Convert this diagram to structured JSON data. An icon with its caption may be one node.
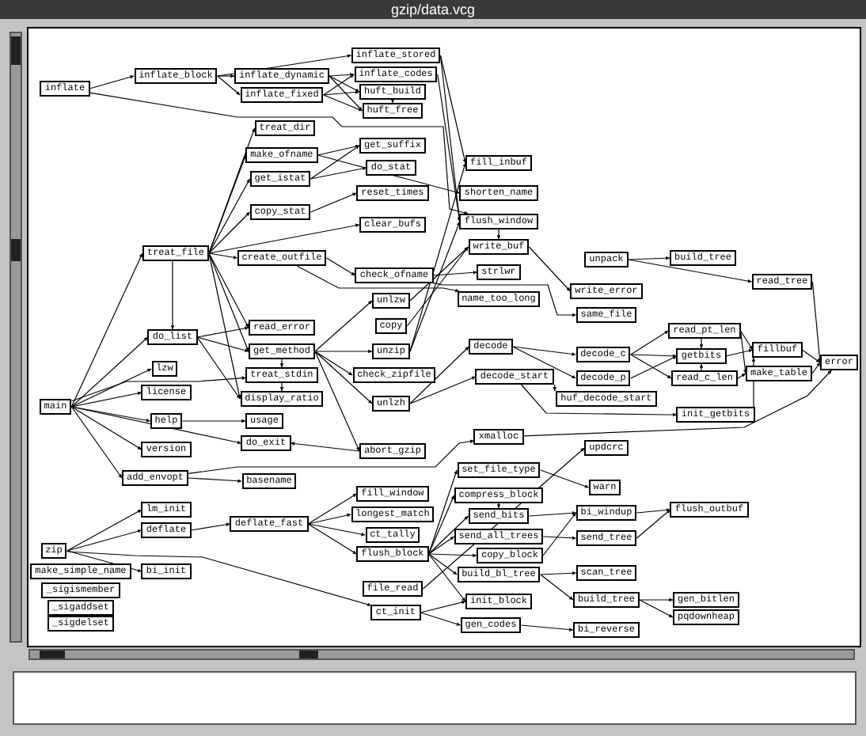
{
  "diagram": {
    "title": "gzip/data.vcg",
    "nodes": [
      {
        "text": [
          "inflate"
        ]
      },
      {
        "text": [
          "inflate_block"
        ]
      },
      {
        "text": [
          "inflate_dynamic"
        ]
      },
      {
        "text": [
          "inflate_fixed"
        ]
      },
      {
        "text": [
          "inflate_stored"
        ]
      },
      {
        "text": [
          "inflate_codes"
        ]
      },
      {
        "text": [
          "huft_build"
        ]
      },
      {
        "text": [
          "huft_free"
        ]
      },
      {
        "text": [
          "treat_dir"
        ]
      },
      {
        "text": [
          "make_ofname"
        ]
      },
      {
        "text": [
          "get_istat"
        ]
      },
      {
        "text": [
          "copy_stat"
        ]
      },
      {
        "text": [
          "treat_file"
        ]
      },
      {
        "text": [
          "create_outfile"
        ]
      },
      {
        "text": [
          "get_suffix"
        ]
      },
      {
        "text": [
          "do_stat"
        ]
      },
      {
        "text": [
          "reset_times"
        ]
      },
      {
        "text": [
          "clear_bufs"
        ]
      },
      {
        "text": [
          "check_ofname"
        ]
      },
      {
        "text": [
          "unlzw"
        ]
      },
      {
        "text": [
          "read_error"
        ]
      },
      {
        "text": [
          "copy"
        ]
      },
      {
        "text": [
          "do_list"
        ]
      },
      {
        "text": [
          "get_method"
        ]
      },
      {
        "text": [
          "unzip"
        ]
      },
      {
        "text": [
          "treat_stdin"
        ]
      },
      {
        "text": [
          "check_zipfile"
        ]
      },
      {
        "text": [
          "display_ratio"
        ]
      },
      {
        "text": [
          "unlzh"
        ]
      },
      {
        "text": [
          "lzw"
        ]
      },
      {
        "text": [
          "license"
        ]
      },
      {
        "text": [
          "main"
        ]
      },
      {
        "text": [
          "help"
        ]
      },
      {
        "text": [
          "usage"
        ]
      },
      {
        "text": [
          "version"
        ]
      },
      {
        "text": [
          "do_exit"
        ]
      },
      {
        "text": [
          "abort_gzip"
        ]
      },
      {
        "text": [
          "add_envopt"
        ]
      },
      {
        "text": [
          "basename"
        ]
      },
      {
        "text": [
          "fill_inbuf"
        ]
      },
      {
        "text": [
          "shorten_name"
        ]
      },
      {
        "text": [
          "flush_window"
        ]
      },
      {
        "text": [
          "write_buf"
        ]
      },
      {
        "text": [
          "strlwr"
        ]
      },
      {
        "text": [
          "name_too_long"
        ]
      },
      {
        "text": [
          "unpack"
        ]
      },
      {
        "text": [
          "build_tree"
        ]
      },
      {
        "text": [
          "read_tree"
        ]
      },
      {
        "text": [
          "write_error"
        ]
      },
      {
        "text": [
          "same_file"
        ]
      },
      {
        "text": [
          "decode"
        ]
      },
      {
        "text": [
          "decode_start"
        ]
      },
      {
        "text": [
          "decode_c"
        ]
      },
      {
        "text": [
          "decode_p"
        ]
      },
      {
        "text": [
          "huf_decode_start"
        ]
      },
      {
        "text": [
          "read_pt_len"
        ]
      },
      {
        "text": [
          "getbits"
        ]
      },
      {
        "text": [
          "read_c_len"
        ]
      },
      {
        "text": [
          "init_getbits"
        ]
      },
      {
        "text": [
          "fillbuf"
        ]
      },
      {
        "text": [
          "make_table"
        ]
      },
      {
        "text": [
          "error"
        ]
      },
      {
        "text": [
          "xmalloc"
        ]
      },
      {
        "text": [
          "updcrc"
        ]
      },
      {
        "text": [
          "set_file_type"
        ]
      },
      {
        "text": [
          "warn"
        ]
      },
      {
        "text": [
          "compress_block"
        ]
      },
      {
        "text": [
          "send_bits"
        ]
      },
      {
        "text": [
          "bi_windup"
        ]
      },
      {
        "text": [
          "flush_outbuf"
        ]
      },
      {
        "text": [
          "send_all_trees"
        ]
      },
      {
        "text": [
          "send_tree"
        ]
      },
      {
        "text": [
          "copy_block"
        ]
      },
      {
        "text": [
          "scan_tree"
        ]
      },
      {
        "text": [
          "build_bl_tree"
        ]
      },
      {
        "text": [
          "build_tree"
        ]
      },
      {
        "text": [
          "gen_bitlen"
        ]
      },
      {
        "text": [
          "pqdownheap"
        ]
      },
      {
        "text": [
          "init_block"
        ]
      },
      {
        "text": [
          "gen_codes"
        ]
      },
      {
        "text": [
          "bi_reverse"
        ]
      },
      {
        "text": [
          "fill_window"
        ]
      },
      {
        "text": [
          "longest_match"
        ]
      },
      {
        "text": [
          "ct_tally"
        ]
      },
      {
        "text": [
          "flush_block"
        ]
      },
      {
        "text": [
          "file_read"
        ]
      },
      {
        "text": [
          "ct_init"
        ]
      },
      {
        "text": [
          "deflate_fast"
        ]
      },
      {
        "text": [
          "lm_init"
        ]
      },
      {
        "text": [
          "deflate"
        ]
      },
      {
        "text": [
          "bi_init"
        ]
      },
      {
        "text": [
          "zip"
        ]
      },
      {
        "text": [
          "make_simple_name"
        ]
      },
      {
        "text": [
          "_sigismember"
        ]
      },
      {
        "text": [
          "_sigaddset"
        ]
      },
      {
        "text": [
          "_sigdelset"
        ]
      }
    ],
    "edges": [
      {
        "from": 0,
        "to": 1,
        "arrow": "to"
      },
      {
        "from": 0,
        "to": 41,
        "arrow": "to"
      },
      {
        "from": 1,
        "to": 2,
        "arrow": "to"
      },
      {
        "from": 1,
        "to": 3,
        "arrow": "to"
      },
      {
        "from": 1,
        "to": 4,
        "arrow": "to"
      },
      {
        "from": 2,
        "to": 5,
        "arrow": "to"
      },
      {
        "from": 2,
        "to": 6,
        "arrow": "to"
      },
      {
        "from": 2,
        "to": 7,
        "arrow": "to"
      },
      {
        "from": 3,
        "to": 5,
        "arrow": "to"
      },
      {
        "from": 3,
        "to": 6,
        "arrow": "to"
      },
      {
        "from": 3,
        "to": 7,
        "arrow": "to"
      },
      {
        "from": 6,
        "to": 7,
        "arrow": "to"
      },
      {
        "from": 4,
        "to": 41,
        "arrow": "to"
      },
      {
        "from": 4,
        "to": 39,
        "arrow": "to"
      },
      {
        "from": 5,
        "to": 41,
        "arrow": "to"
      },
      {
        "from": 12,
        "to": 8,
        "arrow": "to"
      },
      {
        "from": 12,
        "to": 9,
        "arrow": "to"
      },
      {
        "from": 12,
        "to": 10,
        "arrow": "to"
      },
      {
        "from": 12,
        "to": 11,
        "arrow": "to"
      },
      {
        "from": 12,
        "to": 13,
        "arrow": "to"
      },
      {
        "from": 12,
        "to": 17,
        "arrow": "to"
      },
      {
        "from": 12,
        "to": 22,
        "arrow": "to"
      },
      {
        "from": 12,
        "to": 20,
        "arrow": "to"
      },
      {
        "from": 12,
        "to": 23,
        "arrow": "to"
      },
      {
        "from": 12,
        "to": 27,
        "arrow": "to"
      },
      {
        "from": 9,
        "to": 14,
        "arrow": "to"
      },
      {
        "from": 9,
        "to": 40,
        "arrow": "to"
      },
      {
        "from": 10,
        "to": 14,
        "arrow": "to"
      },
      {
        "from": 10,
        "to": 15,
        "arrow": "to"
      },
      {
        "from": 11,
        "to": 16,
        "arrow": "to"
      },
      {
        "from": 13,
        "to": 18,
        "arrow": "to"
      },
      {
        "from": 13,
        "to": 44,
        "arrow": "to"
      },
      {
        "from": 18,
        "to": 43,
        "arrow": "to"
      },
      {
        "from": 18,
        "to": 49,
        "arrow": "to"
      },
      {
        "from": 31,
        "to": 12,
        "arrow": "to"
      },
      {
        "from": 31,
        "to": 22,
        "arrow": "to"
      },
      {
        "from": 31,
        "to": 29,
        "arrow": "to"
      },
      {
        "from": 31,
        "to": 30,
        "arrow": "to"
      },
      {
        "from": 31,
        "to": 32,
        "arrow": "to"
      },
      {
        "from": 31,
        "to": 34,
        "arrow": "to"
      },
      {
        "from": 31,
        "to": 37,
        "arrow": "to"
      },
      {
        "from": 31,
        "to": 25,
        "arrow": "to"
      },
      {
        "from": 31,
        "to": 35,
        "arrow": "to"
      },
      {
        "from": 22,
        "to": 20,
        "arrow": "to"
      },
      {
        "from": 22,
        "to": 23,
        "arrow": "to"
      },
      {
        "from": 22,
        "to": 27,
        "arrow": "to"
      },
      {
        "from": 32,
        "to": 33,
        "arrow": "to"
      },
      {
        "from": 23,
        "to": 24,
        "arrow": "to"
      },
      {
        "from": 23,
        "to": 26,
        "arrow": "to"
      },
      {
        "from": 23,
        "to": 28,
        "arrow": "to"
      },
      {
        "from": 23,
        "to": 19,
        "arrow": "to"
      },
      {
        "from": 23,
        "to": 36,
        "arrow": "to"
      },
      {
        "from": 23,
        "to": 25,
        "arrow": "to"
      },
      {
        "from": 25,
        "to": 27,
        "arrow": "to"
      },
      {
        "from": 24,
        "to": 39,
        "arrow": "to"
      },
      {
        "from": 24,
        "to": 41,
        "arrow": "to"
      },
      {
        "from": 19,
        "to": 42,
        "arrow": "to"
      },
      {
        "from": 21,
        "to": 42,
        "arrow": "to"
      },
      {
        "from": 28,
        "to": 50,
        "arrow": "to"
      },
      {
        "from": 28,
        "to": 51,
        "arrow": "to"
      },
      {
        "from": 50,
        "to": 52,
        "arrow": "to"
      },
      {
        "from": 50,
        "to": 53,
        "arrow": "to"
      },
      {
        "from": 51,
        "to": 54,
        "arrow": "to"
      },
      {
        "from": 51,
        "to": 58,
        "arrow": "to"
      },
      {
        "from": 52,
        "to": 55,
        "arrow": "to"
      },
      {
        "from": 52,
        "to": 56,
        "arrow": "to"
      },
      {
        "from": 52,
        "to": 57,
        "arrow": "to"
      },
      {
        "from": 53,
        "to": 56,
        "arrow": "to"
      },
      {
        "from": 55,
        "to": 56,
        "arrow": "to"
      },
      {
        "from": 57,
        "to": 56,
        "arrow": "to"
      },
      {
        "from": 55,
        "to": 59,
        "arrow": "to"
      },
      {
        "from": 55,
        "to": 60,
        "arrow": "to"
      },
      {
        "from": 57,
        "to": 60,
        "arrow": "to"
      },
      {
        "from": 56,
        "to": 59,
        "arrow": "to"
      },
      {
        "from": 58,
        "to": 59,
        "arrow": "to"
      },
      {
        "from": 60,
        "to": 61,
        "arrow": "to"
      },
      {
        "from": 59,
        "to": 61,
        "arrow": "to"
      },
      {
        "from": 47,
        "to": 61,
        "arrow": "to"
      },
      {
        "from": 45,
        "to": 46,
        "arrow": "to"
      },
      {
        "from": 45,
        "to": 47,
        "arrow": "to"
      },
      {
        "from": 41,
        "to": 42,
        "arrow": "to"
      },
      {
        "from": 42,
        "to": 48,
        "arrow": "to"
      },
      {
        "from": 36,
        "to": 35,
        "arrow": "to"
      },
      {
        "from": 37,
        "to": 62,
        "arrow": "to"
      },
      {
        "from": 37,
        "to": 38,
        "arrow": "to"
      },
      {
        "from": 62,
        "to": 61,
        "arrow": "to"
      },
      {
        "from": 91,
        "to": 88,
        "arrow": "to"
      },
      {
        "from": 91,
        "to": 89,
        "arrow": "to"
      },
      {
        "from": 91,
        "to": 90,
        "arrow": "to"
      },
      {
        "from": 91,
        "to": 86,
        "arrow": "to"
      },
      {
        "from": 89,
        "to": 87,
        "arrow": "to"
      },
      {
        "from": 87,
        "to": 81,
        "arrow": "to"
      },
      {
        "from": 87,
        "to": 82,
        "arrow": "to"
      },
      {
        "from": 87,
        "to": 83,
        "arrow": "to"
      },
      {
        "from": 87,
        "to": 84,
        "arrow": "to"
      },
      {
        "from": 84,
        "to": 64,
        "arrow": "to"
      },
      {
        "from": 84,
        "to": 66,
        "arrow": "to"
      },
      {
        "from": 84,
        "to": 67,
        "arrow": "to"
      },
      {
        "from": 84,
        "to": 70,
        "arrow": "to"
      },
      {
        "from": 84,
        "to": 72,
        "arrow": "to"
      },
      {
        "from": 84,
        "to": 74,
        "arrow": "to"
      },
      {
        "from": 84,
        "to": 78,
        "arrow": "to"
      },
      {
        "from": 66,
        "to": 67,
        "arrow": "to"
      },
      {
        "from": 70,
        "to": 71,
        "arrow": "to"
      },
      {
        "from": 67,
        "to": 68,
        "arrow": "to"
      },
      {
        "from": 68,
        "to": 69,
        "arrow": "to"
      },
      {
        "from": 71,
        "to": 69,
        "arrow": "to"
      },
      {
        "from": 72,
        "to": 68,
        "arrow": "to"
      },
      {
        "from": 74,
        "to": 73,
        "arrow": "to"
      },
      {
        "from": 74,
        "to": 75,
        "arrow": "to"
      },
      {
        "from": 75,
        "to": 76,
        "arrow": "to"
      },
      {
        "from": 75,
        "to": 77,
        "arrow": "to"
      },
      {
        "from": 79,
        "to": 80,
        "arrow": "to"
      },
      {
        "from": 86,
        "to": 78,
        "arrow": "to"
      },
      {
        "from": 86,
        "to": 79,
        "arrow": "to"
      },
      {
        "from": 85,
        "to": 63,
        "arrow": "to"
      },
      {
        "from": 64,
        "to": 65,
        "arrow": "to"
      }
    ]
  }
}
